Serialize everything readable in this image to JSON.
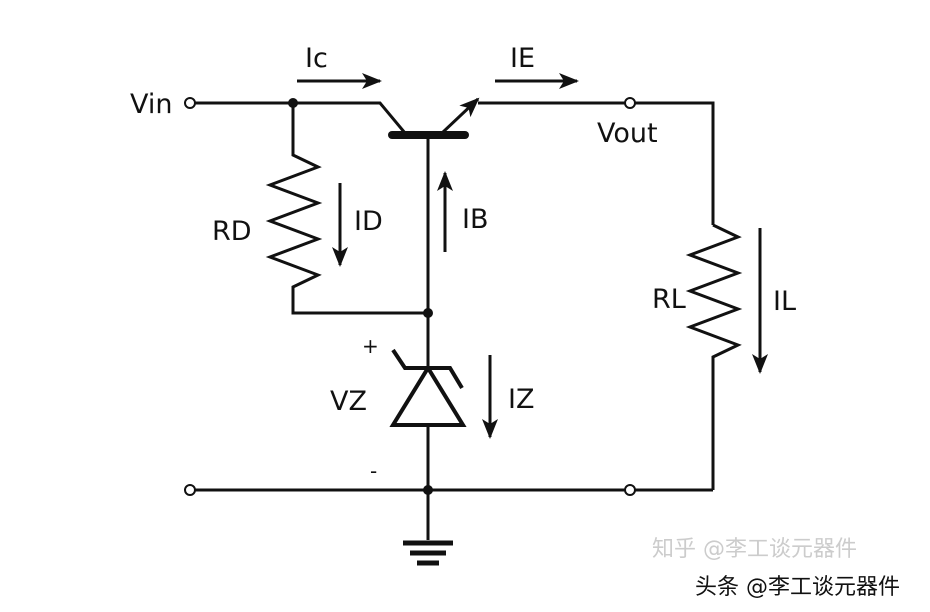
{
  "labels": {
    "vin": "Vin",
    "vout": "Vout",
    "ic": "Ic",
    "ie": "IE",
    "rd": "RD",
    "id": "ID",
    "ib": "IB",
    "rl": "RL",
    "il": "IL",
    "plus": "+",
    "minus": "-",
    "vz": "VZ",
    "iz": "IZ"
  },
  "watermarks": {
    "zhihu": "知乎 @李工谈元器件",
    "toutiao": "头条 @李工谈元器件"
  },
  "colors": {
    "wire": "#111111",
    "watermark_gray": "#cccccc"
  }
}
